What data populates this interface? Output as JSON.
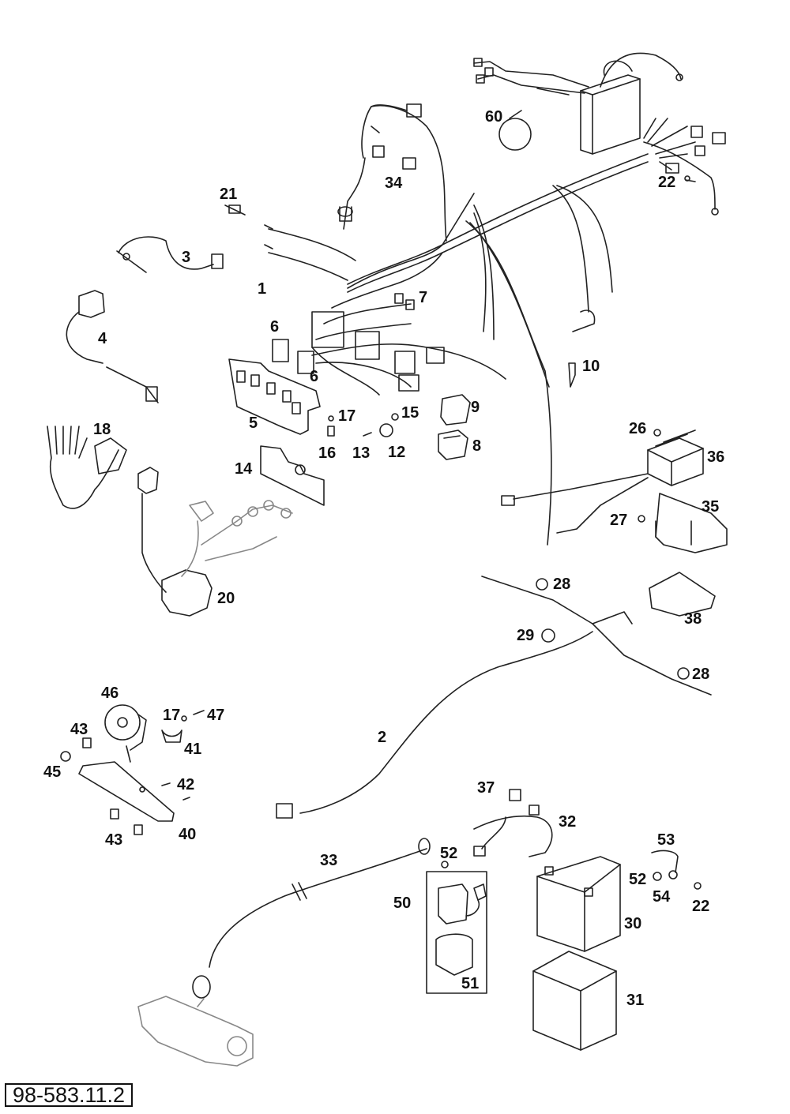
{
  "diagram": {
    "reference_number": "98-583.11.2",
    "callouts": [
      "1",
      "2",
      "3",
      "4",
      "5",
      "6",
      "6",
      "7",
      "8",
      "9",
      "10",
      "12",
      "13",
      "14",
      "15",
      "16",
      "17",
      "17",
      "18",
      "20",
      "21",
      "22",
      "22",
      "26",
      "27",
      "28",
      "28",
      "29",
      "30",
      "31",
      "32",
      "33",
      "34",
      "35",
      "36",
      "37",
      "38",
      "40",
      "41",
      "42",
      "43",
      "43",
      "45",
      "46",
      "47",
      "50",
      "51",
      "52",
      "52",
      "53",
      "54",
      "60"
    ]
  }
}
